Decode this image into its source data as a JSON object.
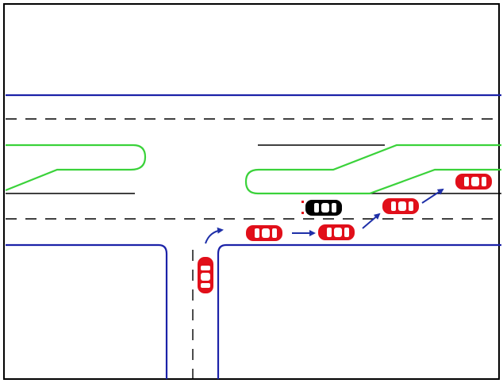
{
  "scene": {
    "type": "road-intersection-diagram",
    "description_free": true,
    "colors": {
      "frame": "#000000",
      "road_edge": "#1b22a8",
      "lane_marking": "#000000",
      "median": "#3ad23a",
      "arrow": "#1e2fa8",
      "car_red": "#e10f1a",
      "car_black": "#000000",
      "window": "#ffffff"
    },
    "vehicles": [
      {
        "id": "turning-car",
        "color": "red",
        "orientation": "vertical"
      },
      {
        "id": "car-lane-1",
        "color": "red",
        "orientation": "horizontal"
      },
      {
        "id": "car-lane-2",
        "color": "red",
        "orientation": "horizontal"
      },
      {
        "id": "car-lane-3",
        "color": "red",
        "orientation": "horizontal"
      },
      {
        "id": "car-lane-4",
        "color": "red",
        "orientation": "horizontal"
      },
      {
        "id": "obstacle-car",
        "color": "black",
        "orientation": "horizontal"
      }
    ],
    "arrows": [
      {
        "id": "turn-arrow"
      },
      {
        "id": "straight-arrow"
      },
      {
        "id": "merge-arrow-1"
      },
      {
        "id": "merge-arrow-2"
      }
    ]
  }
}
